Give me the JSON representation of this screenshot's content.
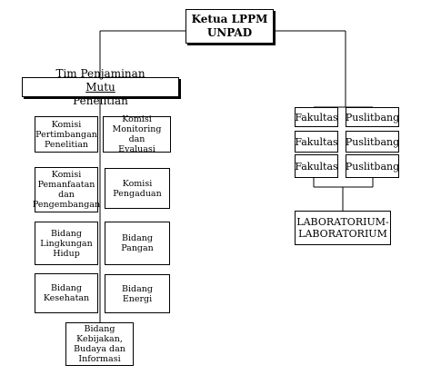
{
  "root": {
    "line1": "Ketua LPPM",
    "line2": "UNPAD"
  },
  "tpm": {
    "prefix": "Tim Penjaminan ",
    "underlined": "Mutu",
    "suffix": "  Penelitian"
  },
  "left_units": [
    "Komisi\nPertimbangan\nPenelitian",
    "Komisi\nMonitoring dan\nEvaluasi",
    "Komisi\nPemanfaatan\ndan\nPengembangan",
    "Komisi\nPengaduan",
    "Bidang\nLingkungan\nHidup",
    "Bidang\nPangan",
    "Bidang\nKesehatan",
    "Bidang\nEnergi",
    "Bidang\nKebijakan,\nBudaya dan\nInformasi"
  ],
  "fakultas": [
    "Fakultas",
    "Fakultas",
    "Fakultas"
  ],
  "puslitbang": [
    "Puslitbang",
    "Puslitbang",
    "Puslitbang"
  ],
  "laboratorium": "LABORATORIUM-\nLABORATORIUM"
}
